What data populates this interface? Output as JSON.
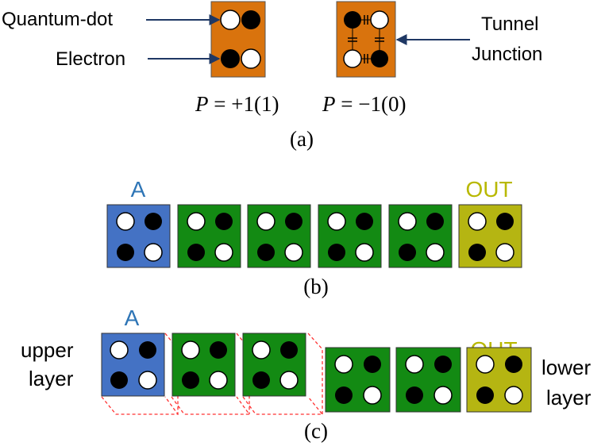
{
  "colors": {
    "orange": "#d9730d",
    "blue": "#4472c4",
    "green": "#138a13",
    "olive": "#b5b512",
    "blue_text": "#2e75b6",
    "olive_text": "#b8b800",
    "arrow": "#1f3864",
    "dashed": "#ff3333"
  },
  "panel_a": {
    "label_quantum_dot": "Quantum-dot",
    "label_electron": "Electron",
    "label_tunnel_1": "Tunnel",
    "label_tunnel_2": "Junction",
    "pol_left_prefix": "P",
    "pol_left_value": " = +1(1)",
    "pol_right_prefix": "P",
    "pol_right_value": " = −1(0)",
    "caption": "(a)"
  },
  "panel_b": {
    "label_input": "A",
    "label_output": "OUT",
    "caption": "(b)"
  },
  "panel_c": {
    "label_input": "A",
    "label_output": "OUT",
    "upper_1": "upper",
    "upper_2": "layer",
    "lower_1": "lower",
    "lower_2": "layer",
    "caption": "(c)"
  }
}
